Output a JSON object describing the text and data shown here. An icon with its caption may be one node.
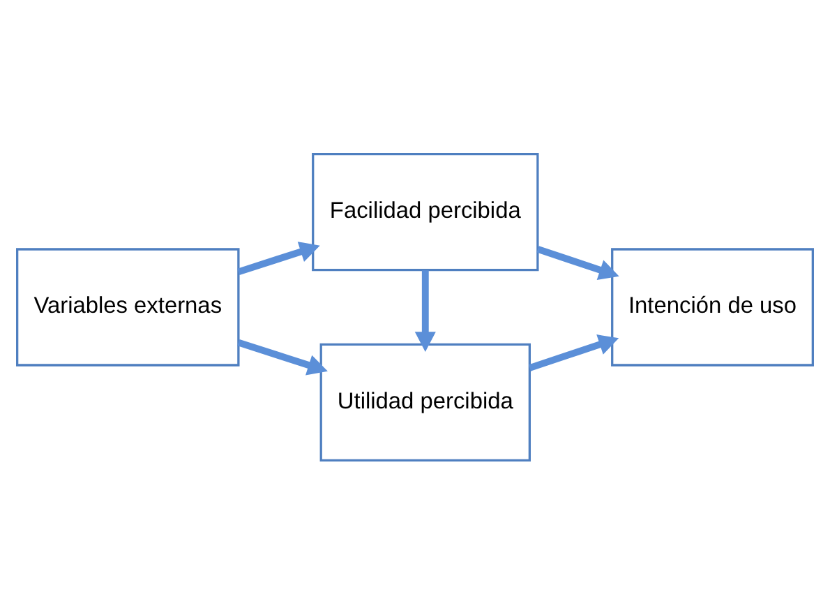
{
  "diagram": {
    "nodes": [
      {
        "text": [
          "Variables externas"
        ]
      },
      {
        "text": [
          "Utilidad percibida"
        ]
      },
      {
        "text": [
          "Facilidad percibida"
        ]
      },
      {
        "text": [
          "Intención de uso"
        ]
      }
    ],
    "edges": [
      {
        "from": 0,
        "to": 1,
        "arrow": "to"
      },
      {
        "from": 0,
        "to": 2,
        "arrow": "to"
      },
      {
        "from": 2,
        "to": 1,
        "arrow": "to"
      },
      {
        "from": 1,
        "to": 3,
        "arrow": "to"
      },
      {
        "from": 2,
        "to": 3,
        "arrow": "to"
      }
    ]
  }
}
